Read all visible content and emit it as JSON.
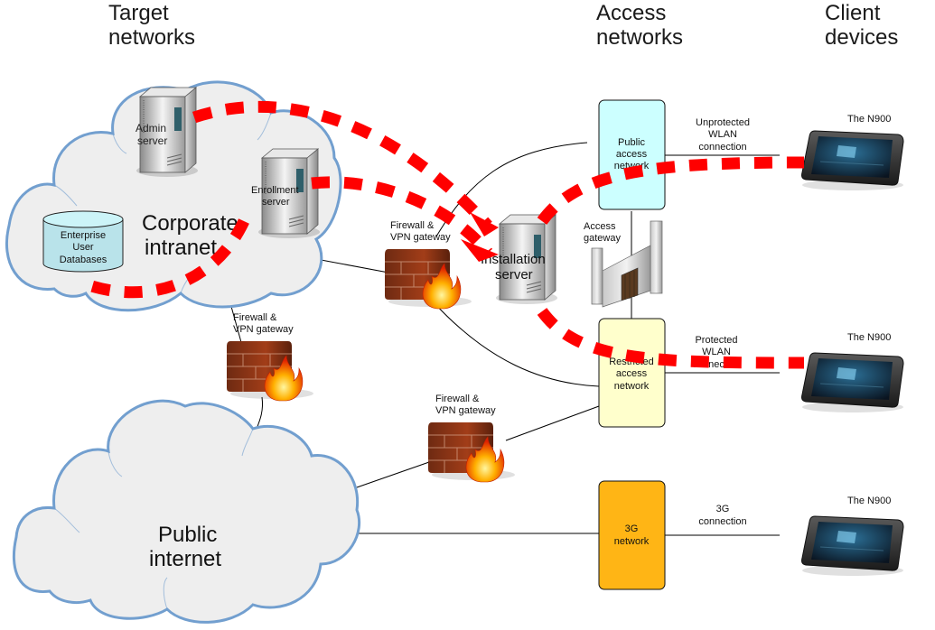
{
  "headers": {
    "target": [
      "Target",
      "networks"
    ],
    "access": [
      "Access",
      "networks"
    ],
    "client": [
      "Client",
      "devices"
    ]
  },
  "clouds": {
    "corporate": [
      "Corporate",
      "intranet"
    ],
    "public": [
      "Public",
      "internet"
    ]
  },
  "servers": {
    "admin": [
      "Admin",
      "server"
    ],
    "enrollment": [
      "Enrollment",
      "server"
    ],
    "installation": [
      "Installation",
      "server"
    ]
  },
  "database": [
    "Enterprise",
    "User",
    "Databases"
  ],
  "firewalls": {
    "top": [
      "Firewall &",
      "VPN gateway"
    ],
    "left": [
      "Firewall &",
      "VPN gateway"
    ],
    "bottom": [
      "Firewall &",
      "VPN gateway"
    ]
  },
  "access_gateway": [
    "Access",
    "gateway"
  ],
  "access_networks": {
    "public": {
      "lines": [
        "Public",
        "access",
        "network"
      ],
      "color": "#ccffff"
    },
    "restricted": {
      "lines": [
        "Restricted",
        "access",
        "network"
      ],
      "color": "#ffffcc"
    },
    "threeg": {
      "lines": [
        "3G",
        "network"
      ],
      "color": "#ffb515"
    }
  },
  "connections": {
    "unprotected": [
      "Unprotected",
      "WLAN",
      "connection"
    ],
    "protected": [
      "Protected",
      "WLAN",
      "connection"
    ],
    "threeg": [
      "3G",
      "connection"
    ]
  },
  "devices": [
    "The N900",
    "The N900",
    "The N900"
  ],
  "colors": {
    "cloud_fill": "#eeeeee",
    "cloud_stroke": "#729fcf",
    "flow": "#ff0000",
    "brick": "#8b3a1a"
  }
}
